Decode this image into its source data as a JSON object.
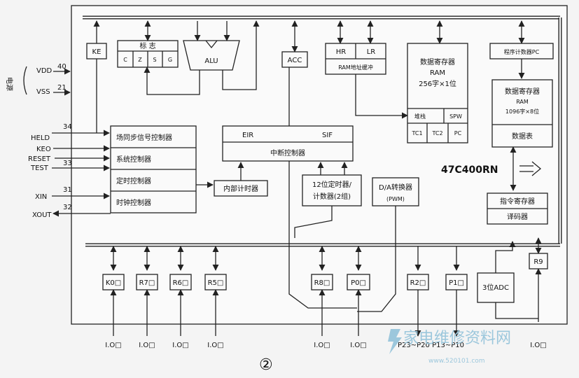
{
  "diagram": {
    "power": {
      "group_label": "电源",
      "vdd": "VDD",
      "vdd_pin": "40",
      "vss": "VSS",
      "vss_pin": "21"
    },
    "signals": {
      "held": "HELD",
      "held_pin": "34",
      "keo": "KEO",
      "reset": "RESET",
      "test": "TEST",
      "test_pin": "33",
      "xin": "XIN",
      "xin_pin": "31",
      "xout": "XOUT",
      "xout_pin": "32"
    },
    "blocks": {
      "ke": "KE",
      "flags_title": "标    志",
      "flags": [
        "C",
        "Z",
        "S",
        "G"
      ],
      "alu": "ALU",
      "acc": "ACC",
      "hr": "HR",
      "lr": "LR",
      "ram_addr_buffer": "RAM地址缓冲",
      "data_ram_title": "数据寄存器",
      "data_ram_sub": "RAM",
      "data_ram_size": "256字×1位",
      "stack": "堆栈",
      "spw": "SPW",
      "tc1": "TC1",
      "tc2": "TC2",
      "pc_small": "PC",
      "pc": "程序计数器PC",
      "prog_ram_title": "数据寄存器",
      "prog_ram_sub": "RAM",
      "prog_ram_size": "1096字×8位",
      "data_table": "数据表",
      "chip_label": "47C400RN",
      "instr_reg": "指令寄存器",
      "decoder": "译码器",
      "field_sync": "场同步信号控制器",
      "sys_ctrl": "系统控制器",
      "timing_ctrl": "定时控制器",
      "clock_ctrl": "时钟控制器",
      "eir": "EIR",
      "sif": "SIF",
      "int_ctrl": "中断控制器",
      "int_timer": "内部计时器",
      "timer12_l1": "12位定时器/",
      "timer12_l2": "计数器(2组)",
      "dac_l1": "D/A转换器",
      "dac_l2": "(PWM)",
      "r9": "R9",
      "adc": "3位ADC"
    },
    "ports": [
      "K0□",
      "R7□",
      "R6□",
      "R5□",
      "R8□",
      "P0□",
      "R2□",
      "P1□"
    ],
    "io_labels": [
      "I.O□",
      "I.O□",
      "I.O□",
      "I.O□",
      "I.O□",
      "I.O□",
      "I.O□"
    ],
    "port_pins": "P23~P20 P13~P10",
    "figure_number": "②",
    "watermark": "家电维修资料网",
    "watermark_url": "www.520101.com"
  }
}
